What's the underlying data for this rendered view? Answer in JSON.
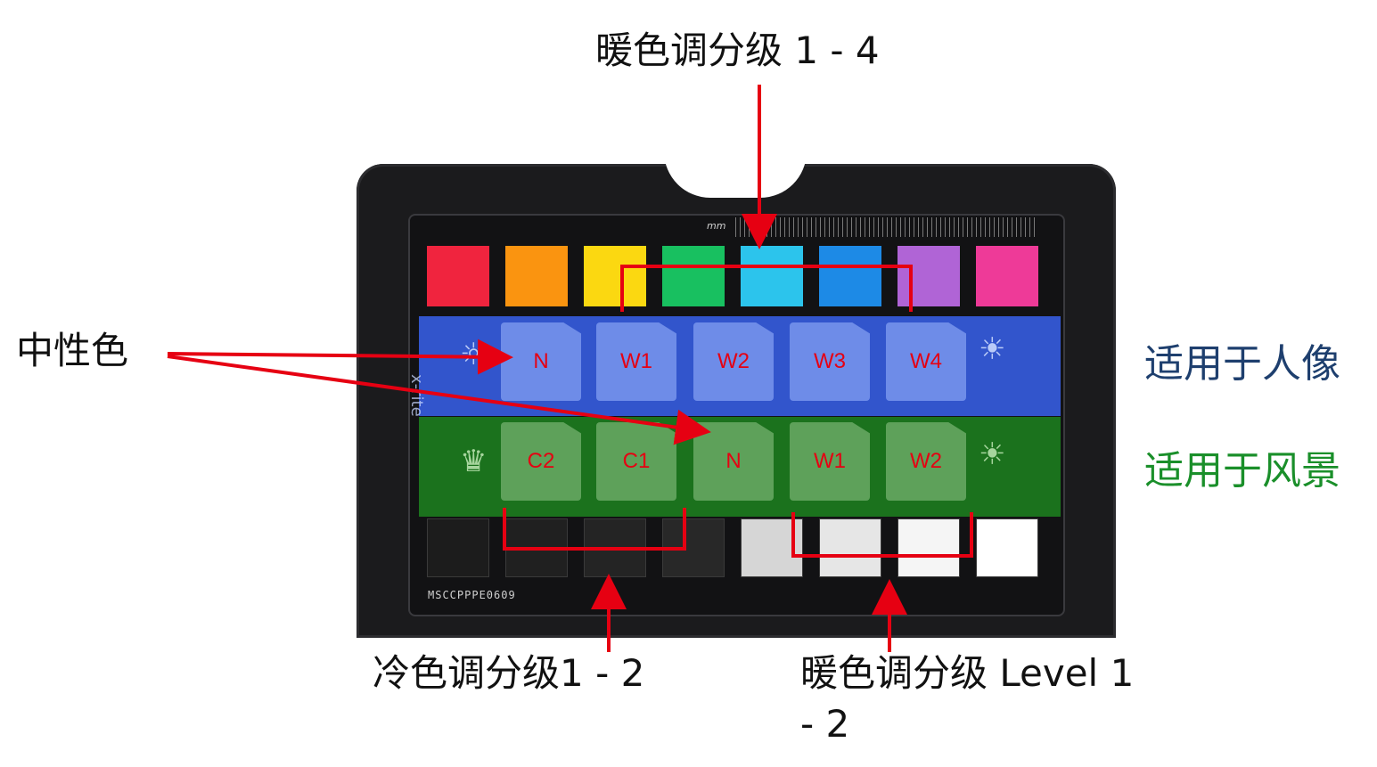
{
  "labels": {
    "top_warm": "暖色调分级 1 - 4",
    "neutral": "中性色",
    "portrait": "适用于人像",
    "landscape": "适用于风景",
    "cool_bottom": "冷色调分级1 - 2",
    "warm_bottom_line1": "暖色调分级 Level 1",
    "warm_bottom_line2": "- 2"
  },
  "card": {
    "ruler_unit": "mm",
    "serial": "MSCCPPPE0609",
    "brand": "x-rite"
  },
  "portrait_row": [
    "N",
    "W1",
    "W2",
    "W3",
    "W4"
  ],
  "landscape_row": [
    "C2",
    "C1",
    "N",
    "W1",
    "W2"
  ],
  "colors": {
    "top_swatches": [
      "#f0243e",
      "#fa9410",
      "#fbd811",
      "#18c060",
      "#2cc4ec",
      "#1d8ae6",
      "#b064d6",
      "#ee3a98"
    ],
    "gray_swatches": [
      "#1c1c1c",
      "#202020",
      "#242424",
      "#282828",
      "#d6d6d6",
      "#e6e6e6",
      "#f5f5f5",
      "#ffffff"
    ],
    "portrait_band": "#375fe6",
    "landscape_band": "#1c781e",
    "portrait_text": "#1e3f6e",
    "landscape_text": "#1a8f2a",
    "arrow_red": "#e60012",
    "tile_text": "#e60012"
  },
  "icons": {
    "portrait_left": "sun-portrait-icon",
    "portrait_right": "sun-portrait-icon",
    "landscape_left": "crown-landscape-icon",
    "landscape_right": "sun-landscape-icon"
  }
}
